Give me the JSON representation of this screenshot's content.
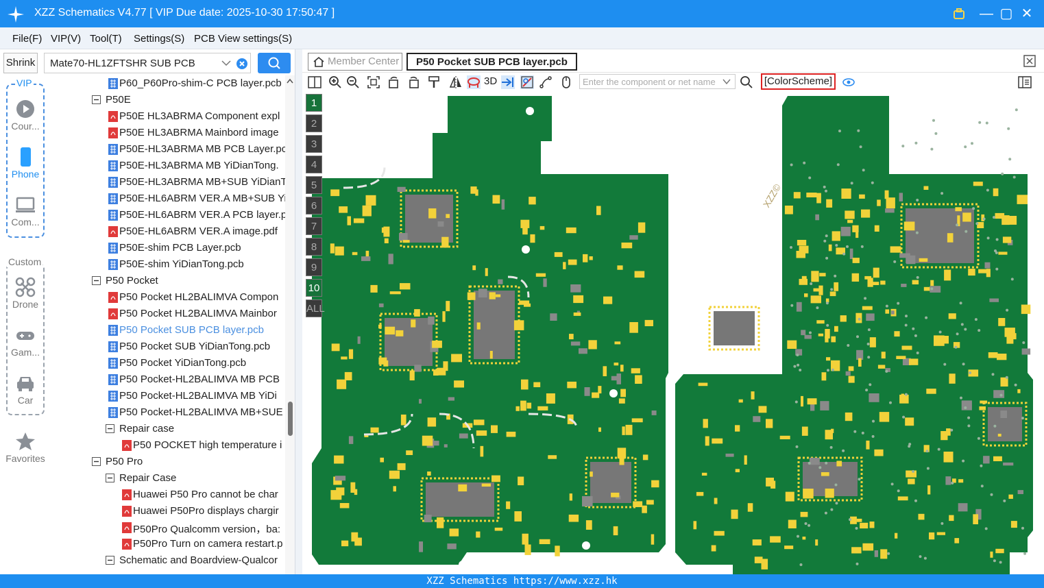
{
  "window": {
    "title": "XZZ Schematics V4.77 [ VIP Due date: 2025-10-30 17:50:47 ]"
  },
  "menu": [
    "File(F)",
    "VIP(V)",
    "Tool(T)",
    "Settings(S)",
    "PCB View settings(S)"
  ],
  "sidebar": {
    "shrink": "Shrink",
    "vip_label": "VIP",
    "custom_label": "Custom",
    "items": [
      {
        "label": "Cour...",
        "icon": "play-icon"
      },
      {
        "label": "Phone",
        "icon": "phone-icon"
      },
      {
        "label": "Com...",
        "icon": "computer-icon"
      },
      {
        "label": "Drone",
        "icon": "drone-icon"
      },
      {
        "label": "Gam...",
        "icon": "gamepad-icon"
      },
      {
        "label": "Car",
        "icon": "car-icon"
      },
      {
        "label": "Favorites",
        "icon": "star-icon"
      }
    ]
  },
  "search": {
    "value": "Mate70-HL1ZFTSHR SUB PCB"
  },
  "tree": [
    {
      "label": "P60_P60Pro-shim-C PCB layer.pcb",
      "type": "pcb",
      "indent": 2
    },
    {
      "label": "P50E",
      "type": "folder",
      "indent": 1
    },
    {
      "label": "P50E HL3ABRMA Component expl",
      "type": "pdf",
      "indent": 2
    },
    {
      "label": "P50E HL3ABRMA Mainbord image",
      "type": "pdf",
      "indent": 2
    },
    {
      "label": "P50E-HL3ABRMA MB PCB Layer.pc",
      "type": "pcb",
      "indent": 2
    },
    {
      "label": "P50E-HL3ABRMA MB YiDianTong.",
      "type": "pcb",
      "indent": 2
    },
    {
      "label": "P50E-HL3ABRMA MB+SUB YiDianT",
      "type": "pcb",
      "indent": 2
    },
    {
      "label": "P50E-HL6ABRM VER.A MB+SUB Yi",
      "type": "pcb",
      "indent": 2
    },
    {
      "label": "P50E-HL6ABRM VER.A PCB layer.p",
      "type": "pcb",
      "indent": 2
    },
    {
      "label": "P50E-HL6ABRM VER.A image.pdf",
      "type": "pdf",
      "indent": 2
    },
    {
      "label": "P50E-shim PCB Layer.pcb",
      "type": "pcb",
      "indent": 2
    },
    {
      "label": "P50E-shim YiDianTong.pcb",
      "type": "pcb",
      "indent": 2
    },
    {
      "label": "P50 Pocket",
      "type": "folder",
      "indent": 1
    },
    {
      "label": "P50 Pocket HL2BALIMVA Compon",
      "type": "pdf",
      "indent": 2
    },
    {
      "label": "P50 Pocket HL2BALIMVA Mainbor",
      "type": "pdf",
      "indent": 2
    },
    {
      "label": "P50 Pocket SUB PCB layer.pcb",
      "type": "pcb",
      "indent": 2,
      "selected": true
    },
    {
      "label": "P50 Pocket SUB YiDianTong.pcb",
      "type": "pcb",
      "indent": 2
    },
    {
      "label": "P50 Pocket YiDianTong.pcb",
      "type": "pcb",
      "indent": 2
    },
    {
      "label": "P50 Pocket-HL2BALIMVA MB PCB",
      "type": "pcb",
      "indent": 2
    },
    {
      "label": "P50 Pocket-HL2BALIMVA MB YiDi",
      "type": "pcb",
      "indent": 2
    },
    {
      "label": "P50 Pocket-HL2BALIMVA MB+SUE",
      "type": "pcb",
      "indent": 2
    },
    {
      "label": "Repair case",
      "type": "folder",
      "indent": 2
    },
    {
      "label": "P50 POCKET high temperature i",
      "type": "pdf",
      "indent": 3
    },
    {
      "label": "P50 Pro",
      "type": "folder",
      "indent": 1
    },
    {
      "label": "Repair Case",
      "type": "folder",
      "indent": 2
    },
    {
      "label": "Huawei P50 Pro cannot be char",
      "type": "pdf",
      "indent": 3
    },
    {
      "label": "Huawei P50Pro displays chargir",
      "type": "pdf",
      "indent": 3
    },
    {
      "label": "P50Pro Qualcomm version，ba:",
      "type": "pdf",
      "indent": 3
    },
    {
      "label": "P50Pro Turn on camera restart.p",
      "type": "pdf",
      "indent": 3
    },
    {
      "label": "Schematic and Boardview-Qualcor",
      "type": "folder",
      "indent": 2
    }
  ],
  "tabs": {
    "member": "Member Center",
    "active": "P50 Pocket SUB PCB layer.pcb"
  },
  "toolbar": {
    "three_d": "3D",
    "net_placeholder": "Enter the component or net name",
    "colorscheme": "[ColorScheme]"
  },
  "layers": [
    "1",
    "2",
    "3",
    "4",
    "5",
    "6",
    "7",
    "8",
    "9",
    "10",
    "ALL"
  ],
  "watermark": "XZZ©",
  "status": "XZZ Schematics https://www.xzz.hk",
  "colors": {
    "accent": "#1e8ef0",
    "pcb_green": "#127a3a",
    "pad_yellow": "#f2d23a",
    "chip_gray": "#777"
  }
}
